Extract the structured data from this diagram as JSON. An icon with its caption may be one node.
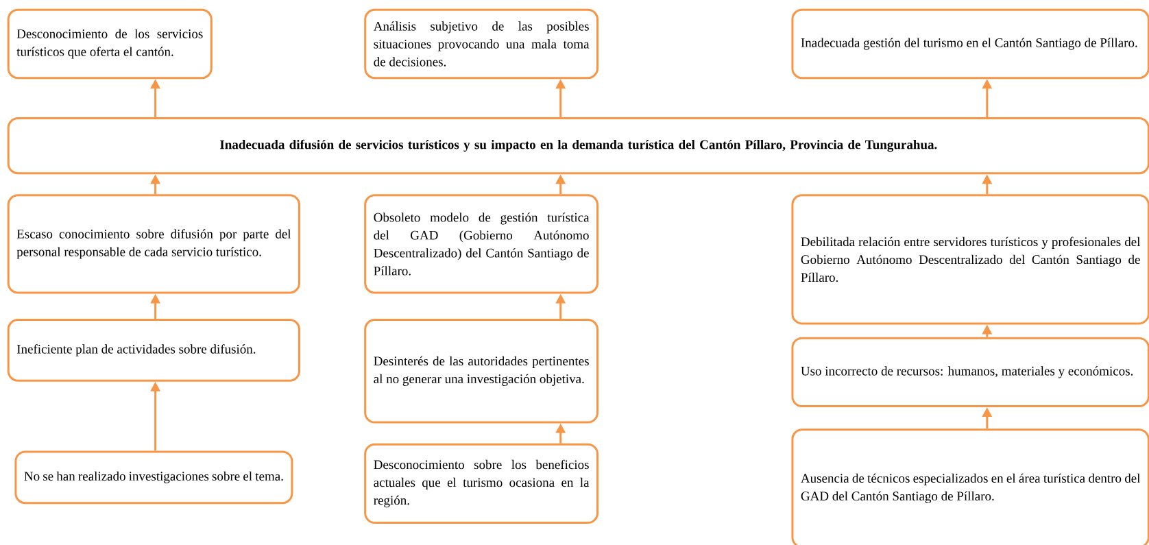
{
  "diagram": {
    "nodes": [
      {
        "text": [
          "Desconocimiento de los servicios turísticos que oferta el cantón."
        ]
      },
      {
        "text": [
          "Análisis subjetivo de las posibles situaciones provocando una mala toma de decisiones."
        ]
      },
      {
        "text": [
          "Inadecuada gestión del turismo en el Cantón Santiago de Píllaro."
        ]
      },
      {
        "text": [
          "Inadecuada difusión de servicios turísticos y su impacto en la demanda turística del Cantón Píllaro, Provincia de Tungurahua."
        ]
      },
      {
        "text": [
          "Escaso conocimiento sobre difusión por parte del personal responsable de cada servicio turístico."
        ]
      },
      {
        "text": [
          "Obsoleto modelo de gestión turística del GAD (Gobierno Autónomo Descentralizado) del Cantón Santiago de Píllaro."
        ]
      },
      {
        "text": [
          "Debilitada relación entre servidores turísticos y profesionales del Gobierno Autónomo Descentralizado del Cantón Santiago de Píllaro."
        ]
      },
      {
        "text": [
          "Ineficiente plan de actividades sobre difusión."
        ]
      },
      {
        "text": [
          "Desinterés de las autoridades pertinentes al no generar una investigación objetiva."
        ]
      },
      {
        "text": [
          "Uso incorrecto de recursos: humanos, materiales y económicos."
        ]
      },
      {
        "text": [
          "No se han realizado investigaciones sobre el tema."
        ]
      },
      {
        "text": [
          "Desconocimiento sobre los beneficios actuales que el turismo ocasiona en la región."
        ]
      },
      {
        "text": [
          "Ausencia de técnicos especializados en el área turística dentro del GAD del Cantón Santiago de Píllaro."
        ]
      }
    ],
    "edges": [
      {
        "from": 3,
        "to": 0,
        "arrow": "to"
      },
      {
        "from": 3,
        "to": 1,
        "arrow": "to"
      },
      {
        "from": 3,
        "to": 2,
        "arrow": "to"
      },
      {
        "from": 4,
        "to": 3,
        "arrow": "to"
      },
      {
        "from": 5,
        "to": 3,
        "arrow": "to"
      },
      {
        "from": 6,
        "to": 3,
        "arrow": "to"
      },
      {
        "from": 7,
        "to": 4,
        "arrow": "to"
      },
      {
        "from": 8,
        "to": 5,
        "arrow": "to"
      },
      {
        "from": 9,
        "to": 6,
        "arrow": "to"
      },
      {
        "from": 10,
        "to": 7,
        "arrow": "to"
      },
      {
        "from": 11,
        "to": 8,
        "arrow": "to"
      },
      {
        "from": 12,
        "to": 9,
        "arrow": "to"
      }
    ]
  }
}
